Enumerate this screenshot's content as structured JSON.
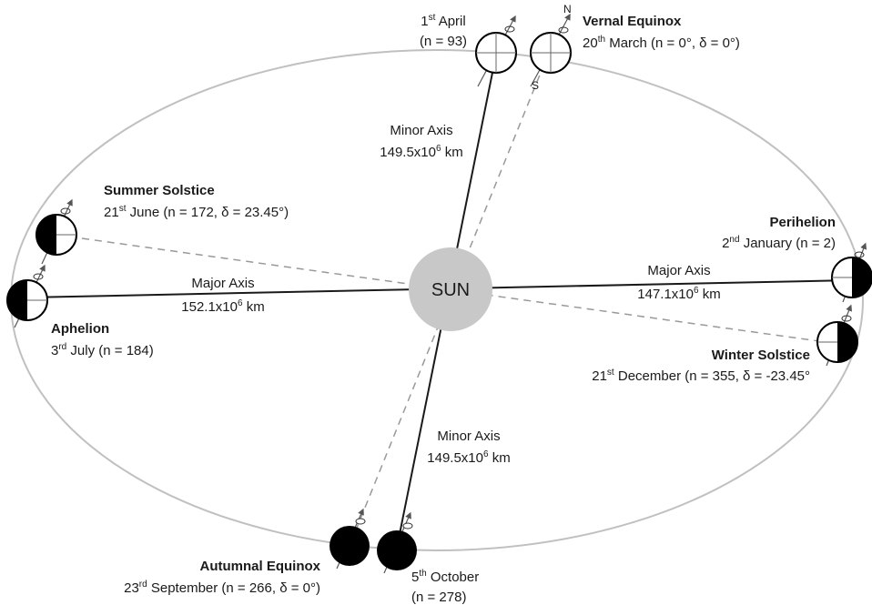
{
  "sun": {
    "label": "SUN"
  },
  "axes": {
    "major_left": {
      "title": "Major Axis",
      "value": "152.1x10",
      "exp": "6",
      "unit": " km"
    },
    "major_right": {
      "title": "Major Axis",
      "value": "147.1x10",
      "exp": "6",
      "unit": " km"
    },
    "minor_top": {
      "title": "Minor Axis",
      "value": "149.5x10",
      "exp": "6",
      "unit": " km"
    },
    "minor_bottom": {
      "title": "Minor Axis",
      "value": "149.5x10",
      "exp": "6",
      "unit": " km"
    }
  },
  "positions": {
    "vernal_equinox": {
      "title": "Vernal Equinox",
      "day": "20",
      "ord": "th",
      "detail": " March (n = 0°, δ = 0°)",
      "north": "N",
      "south": "S"
    },
    "april_1": {
      "day": "1",
      "ord": "st",
      "month": " April",
      "n": "(n = 93)"
    },
    "summer_solstice": {
      "title": "Summer Solstice",
      "day": "21",
      "ord": "st",
      "detail": " June (n = 172, δ = 23.45°)"
    },
    "aphelion": {
      "title": "Aphelion",
      "day": "3",
      "ord": "rd",
      "detail": " July (n = 184)"
    },
    "perihelion": {
      "title": "Perihelion",
      "day": "2",
      "ord": "nd",
      "detail": " January (n = 2)"
    },
    "winter_solstice": {
      "title": "Winter Solstice",
      "day": "21",
      "ord": "st",
      "detail": " December (n = 355, δ = -23.45°"
    },
    "autumnal_equinox": {
      "title": "Autumnal Equinox",
      "day": "23",
      "ord": "rd",
      "detail": " September (n = 266, δ = 0°)"
    },
    "october_5": {
      "day": "5",
      "ord": "th",
      "month": " October",
      "n": "(n = 278)"
    }
  },
  "colors": {
    "orbit": "#c0c0c0",
    "sun": "#c8c8c8",
    "axis": "#1a1a1a",
    "dashed": "#999999",
    "earth_dark": "#000000"
  },
  "icons": [
    "sun",
    "earth-globe-icon",
    "rotation-arrow-icon"
  ]
}
